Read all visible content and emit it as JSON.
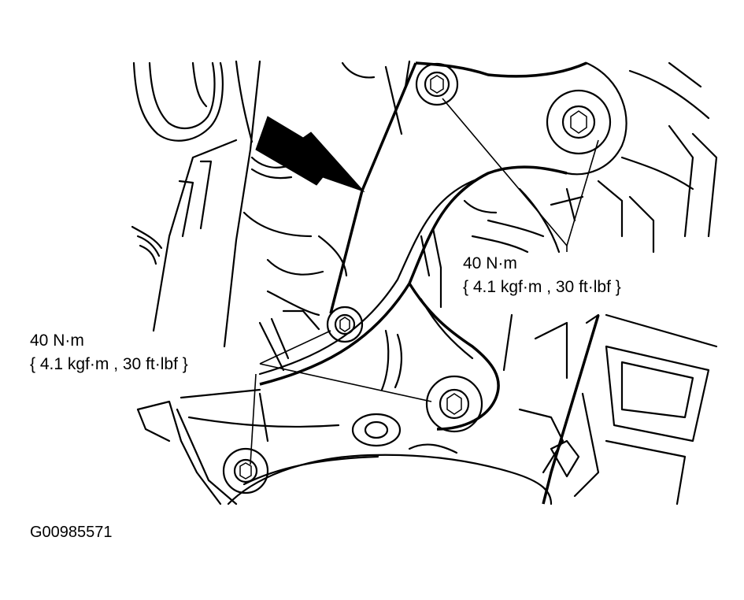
{
  "callouts": {
    "left": {
      "torque": "40 N·m",
      "detail": "{ 4.1 kgf·m , 30 ft·lbf }"
    },
    "right": {
      "torque": "40 N·m",
      "detail": "{ 4.1 kgf·m , 30 ft·lbf }"
    }
  },
  "figure_id": "G00985571",
  "icons": [
    "direction-arrow-icon",
    "bolt-icon"
  ]
}
